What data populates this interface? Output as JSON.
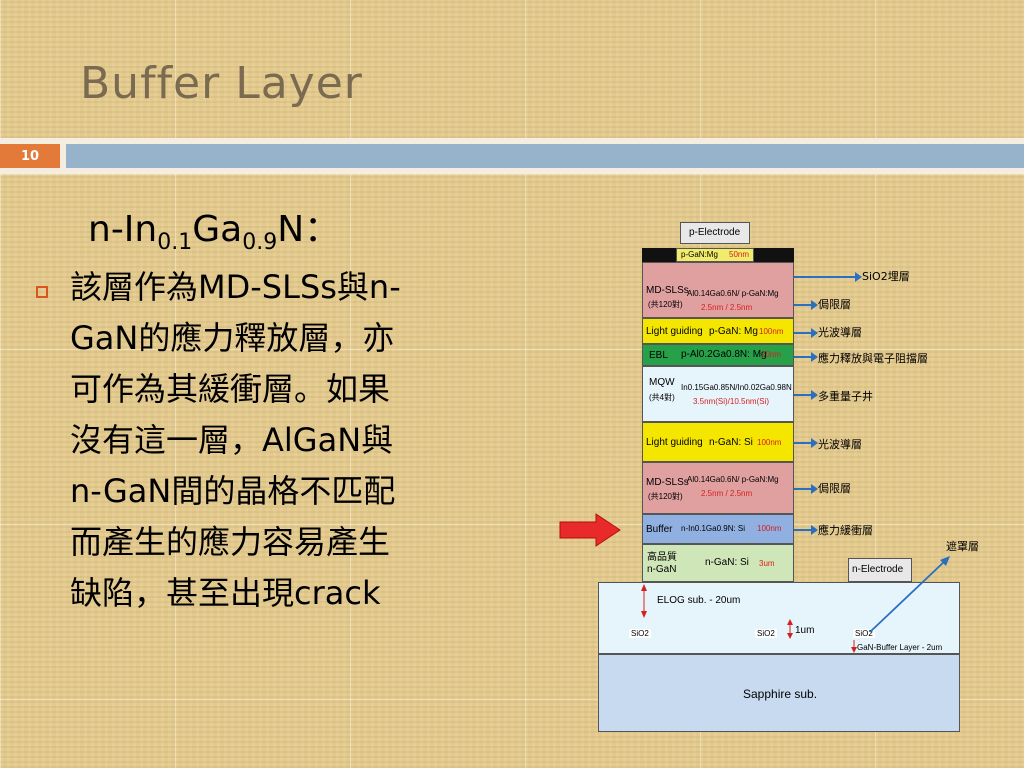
{
  "slide": {
    "title": "Buffer Layer",
    "number": "10"
  },
  "content": {
    "heading": {
      "main": "n-In",
      "sub1": "0.1",
      "mid": "Ga",
      "sub2": "0.9",
      "end": "N："
    },
    "bullet_lines": [
      "該層作為MD-SLSs與n-",
      "GaN的應力釋放層，亦",
      "可作為其緩衝層。如果",
      "沒有這一層，AlGaN與",
      "n-GaN間的晶格不匹配",
      "而產生的應力容易產生",
      "缺陷，甚至出現crack"
    ]
  },
  "diagram": {
    "p_electrode": "p-Electrode",
    "p_gan_mg": "p-GaN:Mg",
    "p_gan_thick": "50nm",
    "md_sls_top": {
      "name": "MD-SLSs",
      "pairs": "(共120對)",
      "comp": "Al0.14Ga0.6N/ p-GaN:Mg",
      "thick": "2.5nm / 2.5nm"
    },
    "light_guide_top": {
      "name": "Light guiding",
      "comp": "p-GaN: Mg",
      "thick": "100nm"
    },
    "ebl": {
      "name": "EBL",
      "comp": "p-Al0.2Ga0.8N: Mg",
      "thick": "20nm"
    },
    "mqw": {
      "name": "MQW",
      "pairs": "(共4對)",
      "comp": "In0.15Ga0.85N/In0.02Ga0.98N",
      "thick": "3.5nm(Si)/10.5nm(Si)"
    },
    "light_guide_bot": {
      "name": "Light guiding",
      "comp": "n-GaN: Si",
      "thick": "100nm"
    },
    "md_sls_bot": {
      "name": "MD-SLSs",
      "pairs": "(共120對)",
      "comp": "Al0.14Ga0.6N/ p-GaN:Mg",
      "thick": "2.5nm / 2.5nm"
    },
    "buffer": {
      "name": "Buffer",
      "comp": "n-In0.1Ga0.9N: Si",
      "thick": "100nm"
    },
    "hq_ngan": {
      "name1": "高品質",
      "name2": "n-GaN",
      "comp": "n-GaN: Si",
      "thick": "3um"
    },
    "n_electrode": "n-Electrode",
    "elog": "ELOG sub. - 20um",
    "sio2": "SiO2",
    "one_um": "1um",
    "gan_buffer": "GaN-Buffer Layer - 2um",
    "sapphire": "Sapphire sub.",
    "annotations": {
      "sio2_layer": "SiO2埋層",
      "cladding1": "侷限層",
      "waveguide1": "光波導層",
      "stress_ebl": "應力釋放與電子阻擋層",
      "mqw": "多重量子井",
      "waveguide2": "光波導層",
      "cladding2": "侷限層",
      "buffer": "應力緩衝層",
      "mask": "遮罩層"
    }
  }
}
